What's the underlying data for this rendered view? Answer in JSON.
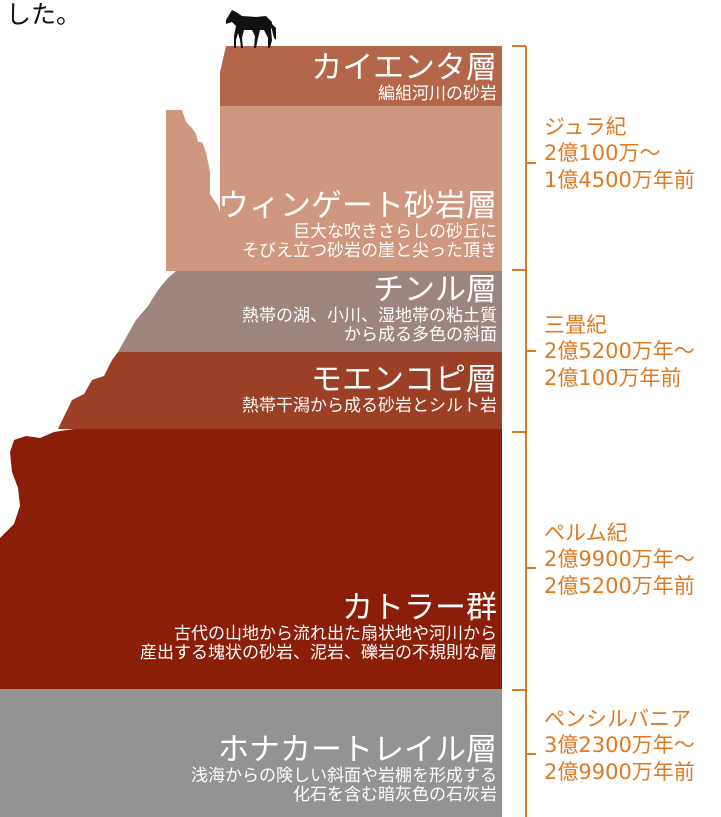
{
  "caption": "した。",
  "colors": {
    "kayenta": "#b4664a",
    "wingate": "#cf9680",
    "chinle": "#9d857d",
    "moenkopi": "#9b3f27",
    "cutler": "#8b1e09",
    "honaker": "#939394",
    "bracket": "#e07a22",
    "horse": "#111111"
  },
  "icons": [
    "horse-icon"
  ],
  "layers": [
    {
      "name": "カイエンタ層",
      "desc": [
        "編組河川の砂岩"
      ]
    },
    {
      "name": "ウィンゲート砂岩層",
      "desc": [
        "巨大な吹きさらしの砂丘に",
        "そびえ立つ砂岩の崖と尖った頂き"
      ]
    },
    {
      "name": "チンル層",
      "desc": [
        "熱帯の湖、小川、湿地帯の粘土質",
        "から成る多色の斜面"
      ]
    },
    {
      "name": "モエンコピ層",
      "desc": [
        "熱帯干潟から成る砂岩とシルト岩"
      ]
    },
    {
      "name": "カトラー群",
      "desc": [
        "古代の山地から流れ出た扇状地や河川から",
        "産出する塊状の砂岩、泥岩、礫岩の不規則な層"
      ]
    },
    {
      "name": "ホナカートレイル層",
      "desc": [
        "浅海からの険しい斜面や岩棚を形成する",
        "化石を含む暗灰色の石灰岩"
      ]
    }
  ],
  "periods": [
    {
      "name": "ジュラ紀",
      "range": [
        "2億100万～",
        "1億4500万年前"
      ]
    },
    {
      "name": "三畳紀",
      "range": [
        "2億5200万年～",
        "2億100万年前"
      ]
    },
    {
      "name": "ペルム紀",
      "range": [
        "2億9900万年～",
        "2億5200万年前"
      ]
    },
    {
      "name": "ペンシルバニア",
      "range": [
        "3億2300万年～",
        "2億9900万年前"
      ]
    }
  ]
}
